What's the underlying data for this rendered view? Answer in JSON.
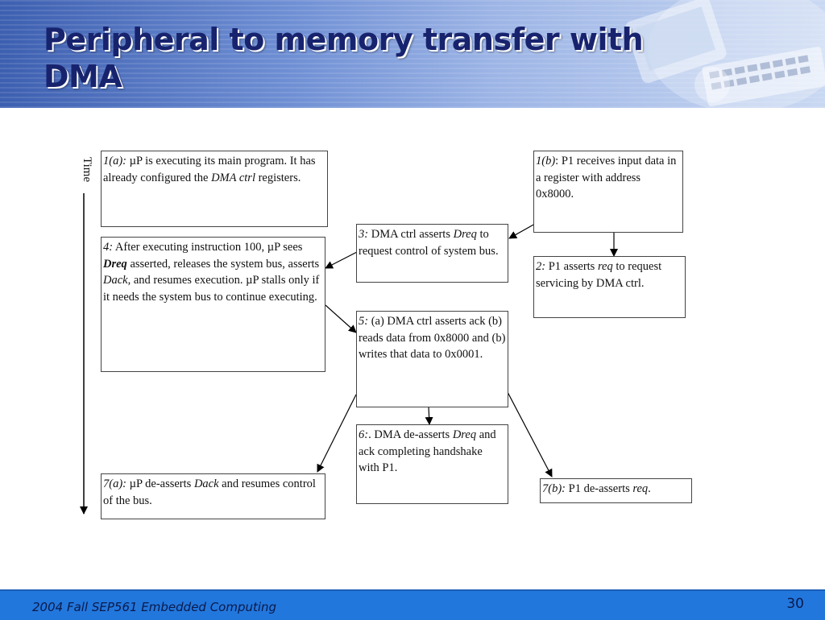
{
  "slide": {
    "title": "Peripheral to memory transfer with DMA",
    "time_label": "Time"
  },
  "boxes": {
    "b1a": {
      "step": "1(a):",
      "t1": " µP is executing its main program. It has already configured the ",
      "t2": "DMA ctrl",
      "t3": " registers."
    },
    "b1b": {
      "step": "1(b)",
      "t1": ": P1 receives input data in a register with address 0x8000."
    },
    "b3": {
      "step": "3:",
      "t1": " DMA ctrl asserts ",
      "t2": "Dreq",
      "t3": " to request control of system bus."
    },
    "b2": {
      "step": "2:",
      "t1": " P1 asserts ",
      "t2": "req",
      "t3": " to request servicing by DMA ctrl."
    },
    "b4": {
      "step": "4:",
      "t1": " After executing instruction 100, µP sees ",
      "t2": "Dreq",
      "t3": " asserted, releases the system bus, asserts ",
      "t4": "Dack",
      "t5": ", and resumes execution. µP stalls only if it needs the system bus to continue executing."
    },
    "b5": {
      "step": "5:",
      "t1": " (a) DMA ctrl asserts ack (b) reads data from 0x8000 and (b) writes that data to 0x0001."
    },
    "b6": {
      "step": "6:",
      "t1": ". DMA de-asserts ",
      "t2": "Dreq",
      "t3": " and ack completing handshake with P1."
    },
    "b7a": {
      "step": "7(a):",
      "t1": " µP de-asserts ",
      "t2": "Dack",
      "t3": " and resumes control of the bus."
    },
    "b7b": {
      "step": "7(b):",
      "t1": " P1 de-asserts ",
      "t2": "req",
      "t3": "."
    }
  },
  "footer": {
    "course": "2004  Fall SEP561 Embedded Computing",
    "page_number": "30"
  },
  "colors": {
    "title_text": "#18236e",
    "footer_bar": "#2277dd",
    "header_start": "#3d5fb0",
    "header_end": "#c9d8f2"
  },
  "icons": [
    "computer-keyboard-graphic",
    "arrow-head"
  ]
}
